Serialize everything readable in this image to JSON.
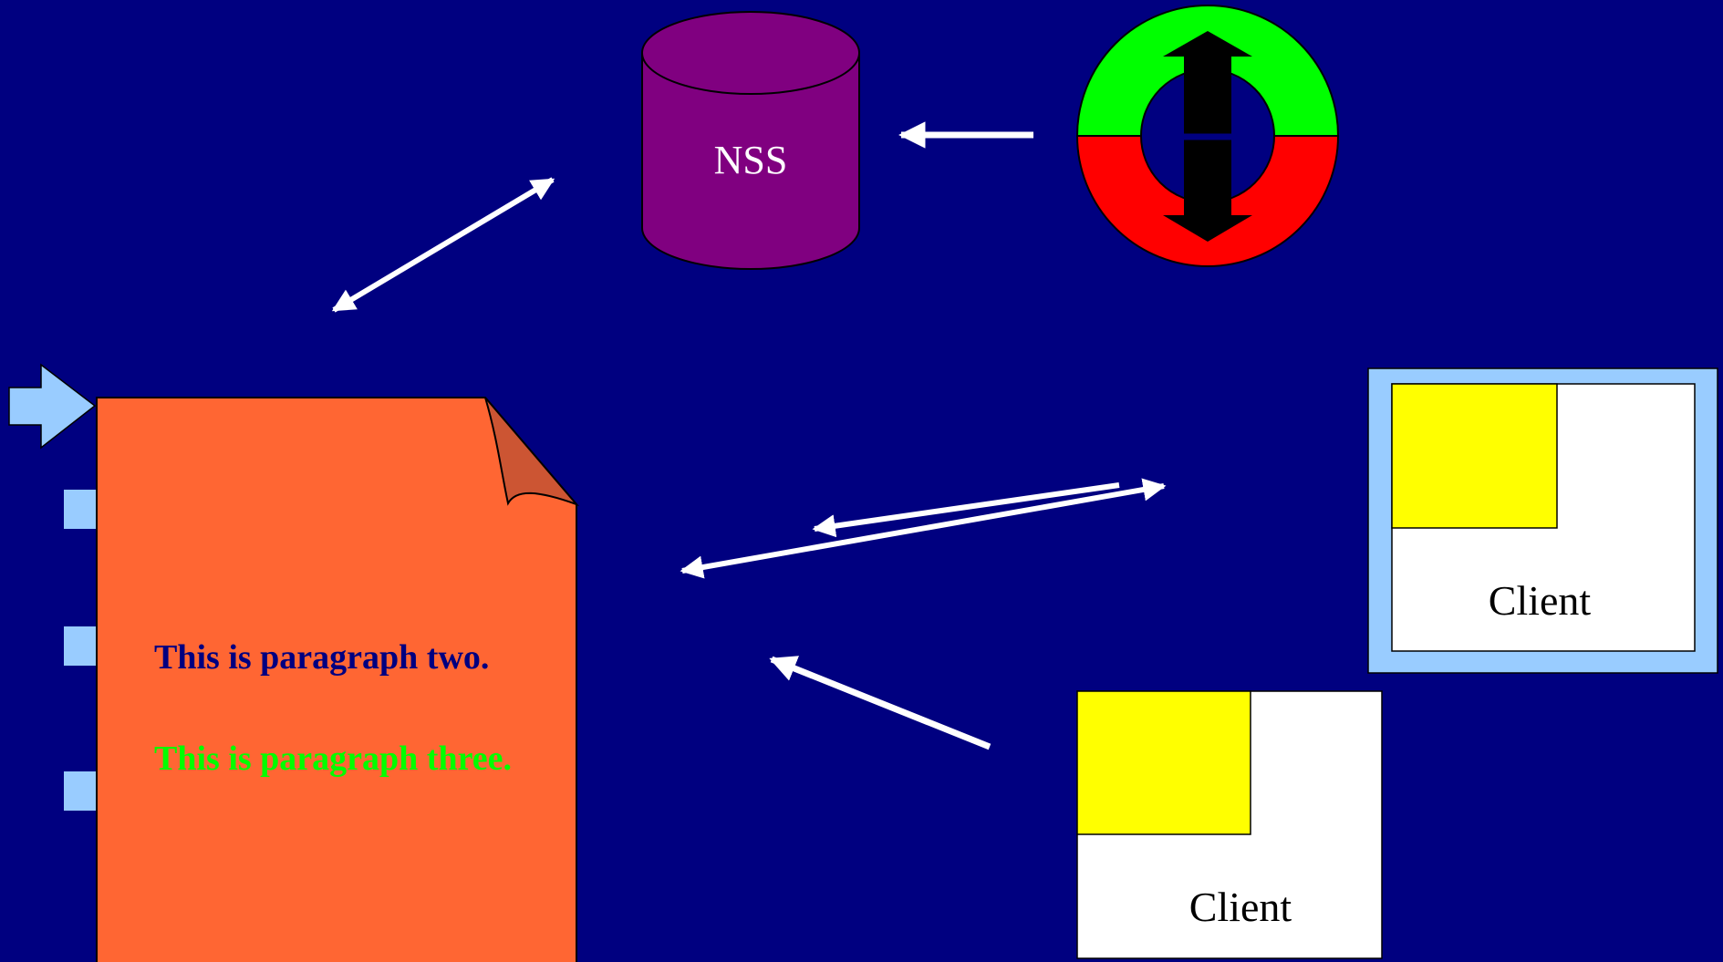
{
  "colors": {
    "background": "#000080",
    "database_fill": "#800080",
    "document_fill": "#FF6633",
    "document_fold": "#CC5533",
    "ring_top": "#00FF00",
    "ring_bottom": "#FF0000",
    "client_highlight": "#FFFF00",
    "client_frame": "#99CCFF",
    "bullet": "#99CCFF",
    "arrow": "#FFFFFF",
    "paragraph_two": "#000080",
    "paragraph_three": "#00FF00"
  },
  "database": {
    "label": "NSS",
    "icon": "database-cylinder-icon"
  },
  "sync_ring": {
    "icon": "two-way-sync-ring-icon"
  },
  "document": {
    "icon": "dog-eared-page-icon",
    "paragraph_two": "This is paragraph two.",
    "paragraph_three": "This is paragraph three."
  },
  "pointer": {
    "icon": "right-arrow-pointer-icon"
  },
  "clients": [
    {
      "label": "Client",
      "framed": true
    },
    {
      "label": "Client",
      "framed": false
    }
  ]
}
